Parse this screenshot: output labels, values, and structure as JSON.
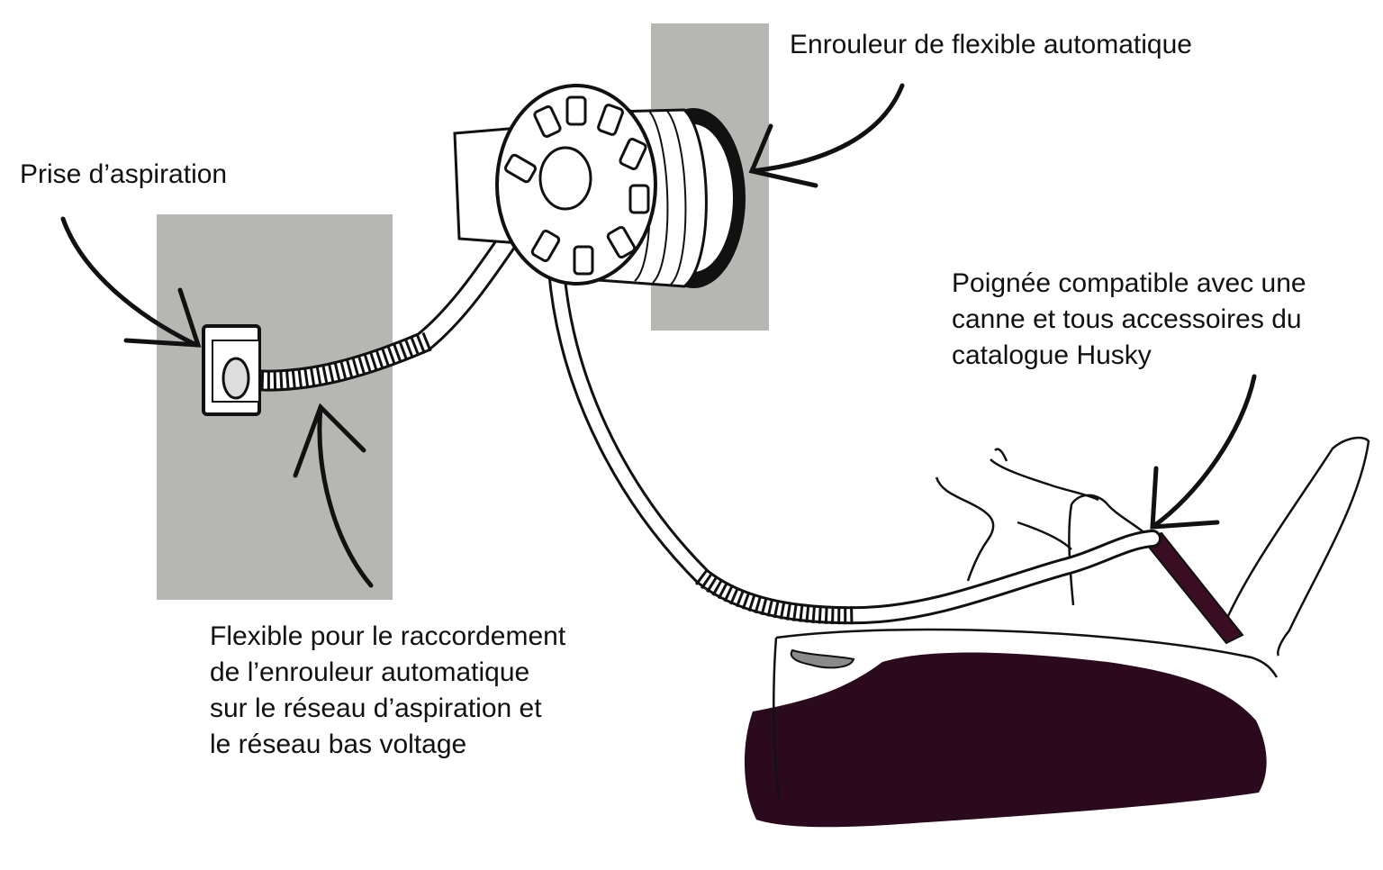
{
  "labels": {
    "reel": "Enrouleur de flexible automatique",
    "outlet": "Prise d’aspiration",
    "handle": [
      "Poignée compatible avec une",
      "canne et tous accessoires du",
      "catalogue Husky"
    ],
    "hose": [
      "Flexible pour le raccordement",
      "de l’enrouleur automatique",
      "sur le réseau d’aspiration et",
      "le réseau bas voltage"
    ]
  },
  "colors": {
    "wall_panel": "#b6b7b2",
    "ink": "#111111",
    "seat_cushion": "#2a0a1c",
    "hose_fill": "#ffffff"
  }
}
